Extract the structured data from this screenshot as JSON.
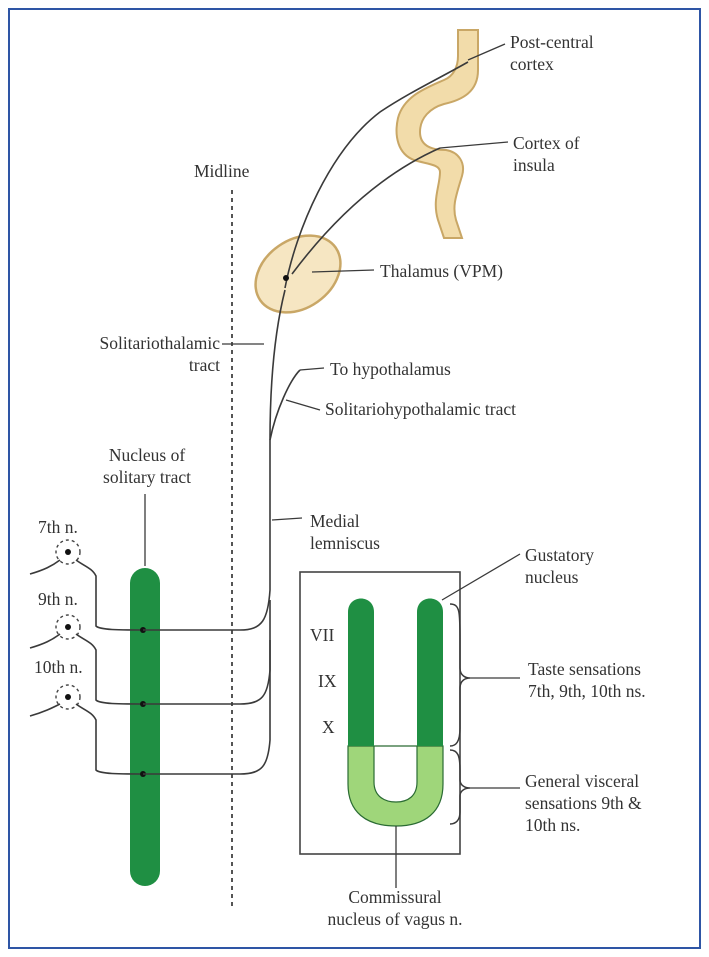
{
  "labels": {
    "post_central": "Post-central\ncortex",
    "cortex_insula": "Cortex of\ninsula",
    "midline": "Midline",
    "thalamus": "Thalamus (VPM)",
    "solitariothalamic": "Solitariothalamic\ntract",
    "to_hypothalamus": "To hypothalamus",
    "solitariohypothalamic": "Solitariohypothalamic tract",
    "nucleus_solitary": "Nucleus of\nsolitary tract",
    "n7": "7th n.",
    "n9": "9th n.",
    "n10": "10th n.",
    "medial_lemniscus": "Medial\nlemniscus",
    "gustatory": "Gustatory\nnucleus",
    "vii": "VII",
    "ix": "IX",
    "x": "X",
    "taste": "Taste sensations\n7th, 9th, 10th ns.",
    "general_visceral": "General visceral\nsensations 9th &\n10th ns.",
    "commissural": "Commissural\nnucleus of vagus n."
  },
  "colors": {
    "frame": "#2e55a5",
    "nucleus_green": "#1f8f43",
    "general_light_green": "#9fd67a",
    "cortex_fill": "#f2dcaa",
    "thalamus_fill": "#f6e6c2",
    "line": "#3a3a3a"
  }
}
